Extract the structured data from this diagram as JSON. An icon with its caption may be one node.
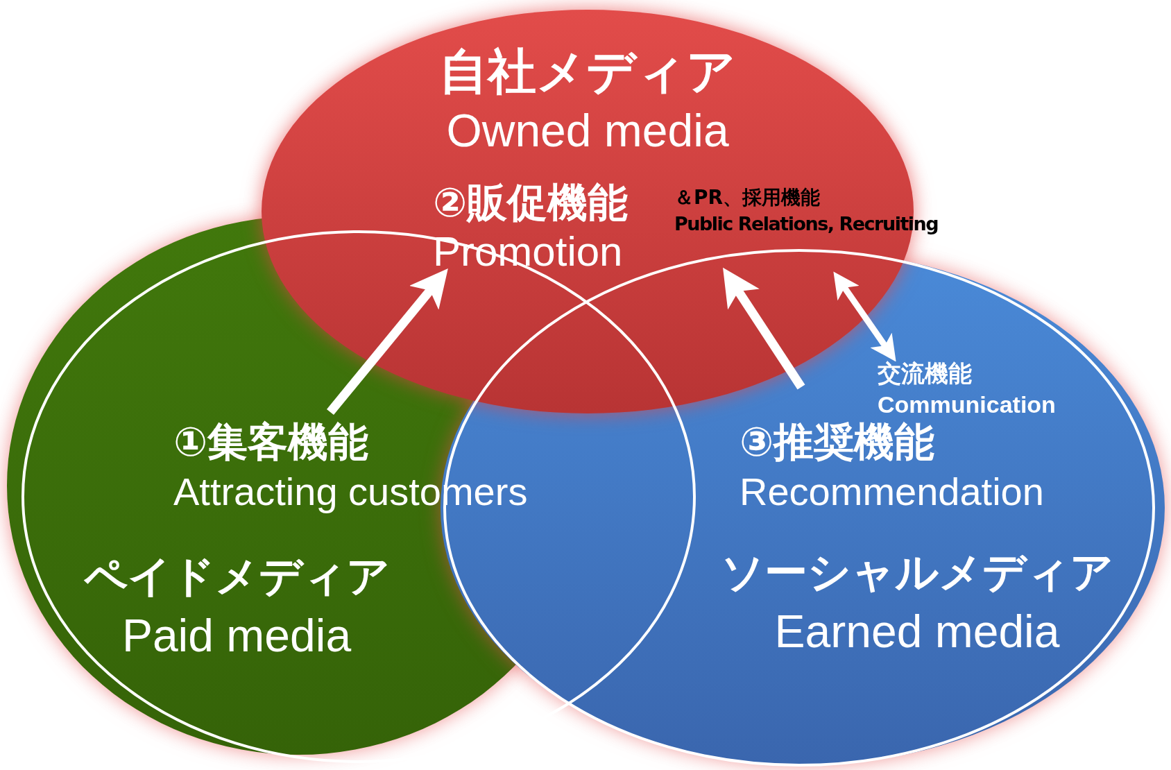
{
  "diagram": {
    "nodes": [
      {
        "text": [
          "自社メディア",
          "Owned media"
        ]
      },
      {
        "text": [
          "②販促機能",
          "Promotion"
        ],
        "in": 0,
        "beside": [
          "＆PR、採用機能",
          "Public Relations, Recruiting"
        ]
      },
      {
        "text": [
          "ペイドメディア",
          "Paid media"
        ]
      },
      {
        "text": [
          "①集客機能",
          "Attracting customers"
        ],
        "in": 2
      },
      {
        "text": [
          "ソーシャルメディア",
          "Earned media"
        ]
      },
      {
        "text": [
          "③推奨機能",
          "Recommendation"
        ],
        "in": 4
      },
      {
        "text": [
          "交流機能",
          "Communication"
        ],
        "in": 4
      }
    ],
    "edges": [
      {
        "from": 3,
        "to": 1,
        "arrow": "to"
      },
      {
        "from": 5,
        "to": 1,
        "arrow": "to"
      },
      {
        "from": 6,
        "to": 1,
        "arrow": "both"
      }
    ]
  }
}
